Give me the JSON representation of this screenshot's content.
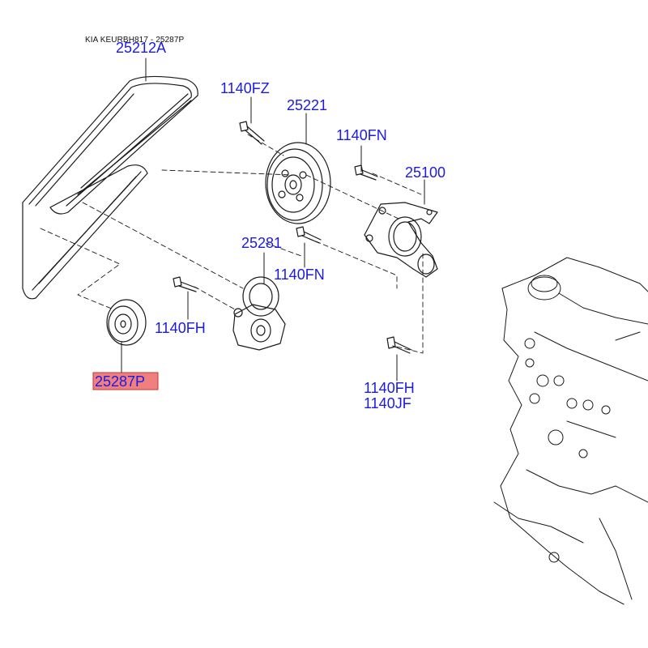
{
  "header": {
    "reference": "KIA KEURBH817 - 25287P"
  },
  "highlight_color": "#f08080",
  "label_color": "#1a1ae6",
  "parts": [
    {
      "id": "25212A",
      "label": "25212A",
      "highlighted": false
    },
    {
      "id": "1140FZ",
      "label": "1140FZ",
      "highlighted": false
    },
    {
      "id": "25221",
      "label": "25221",
      "highlighted": false
    },
    {
      "id": "1140FN-a",
      "label": "1140FN",
      "highlighted": false
    },
    {
      "id": "25100",
      "label": "25100",
      "highlighted": false
    },
    {
      "id": "25281",
      "label": "25281",
      "highlighted": false
    },
    {
      "id": "1140FN-b",
      "label": "1140FN",
      "highlighted": false
    },
    {
      "id": "1140FH-a",
      "label": "1140FH",
      "highlighted": false
    },
    {
      "id": "25287P",
      "label": "25287P",
      "highlighted": true
    },
    {
      "id": "1140FH-b",
      "label": "1140FH",
      "highlighted": false
    },
    {
      "id": "1140JF",
      "label": "1140JF",
      "highlighted": false
    }
  ]
}
